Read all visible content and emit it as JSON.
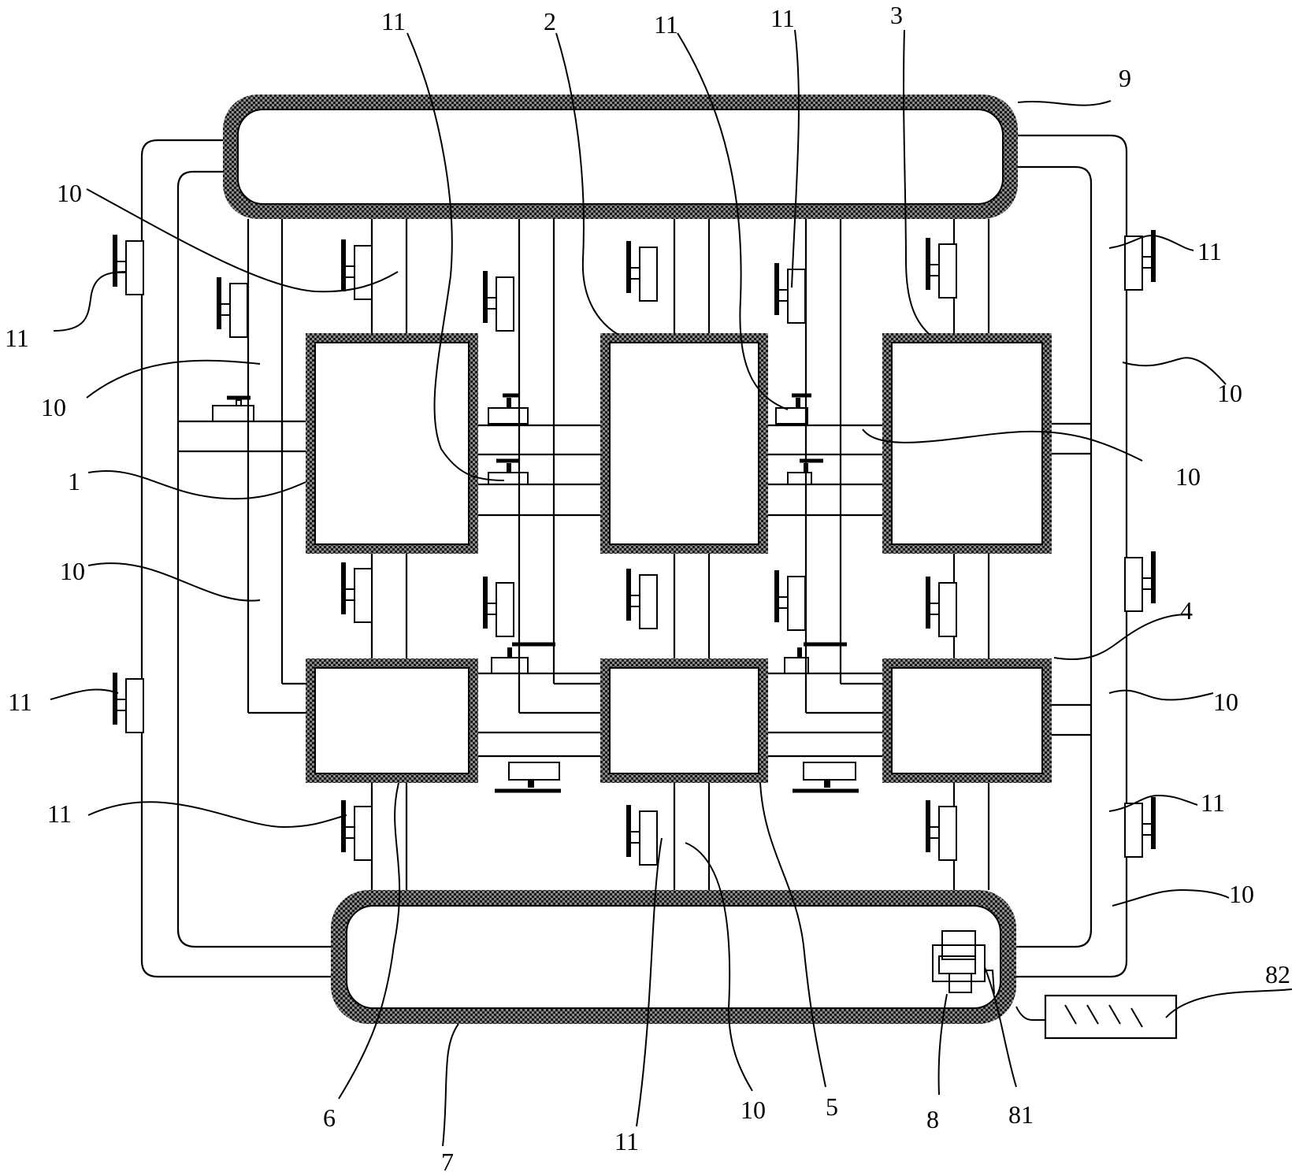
{
  "colors": {
    "stroke": "#000000",
    "background": "#ffffff",
    "frame_texture": "#555555"
  },
  "labels": {
    "l11_a": "11",
    "l2": "2",
    "l11_b": "11",
    "l11_c": "11",
    "l3": "3",
    "l9": "9",
    "l10_a": "10",
    "l11_left_top": "11",
    "l11_right_top": "11",
    "l10_left2": "10",
    "l10_right1": "10",
    "l10_right2": "10",
    "l1": "1",
    "l10_left3": "10",
    "l4": "4",
    "l11_left_mid": "11",
    "l10_right3": "10",
    "l11_left_low": "11",
    "l11_right_low": "11",
    "l10_right4": "10",
    "l82": "82",
    "l6": "6",
    "l11_bottom": "11",
    "l10_bottom": "10",
    "l5": "5",
    "l8": "8",
    "l81": "81",
    "l7": "7"
  }
}
